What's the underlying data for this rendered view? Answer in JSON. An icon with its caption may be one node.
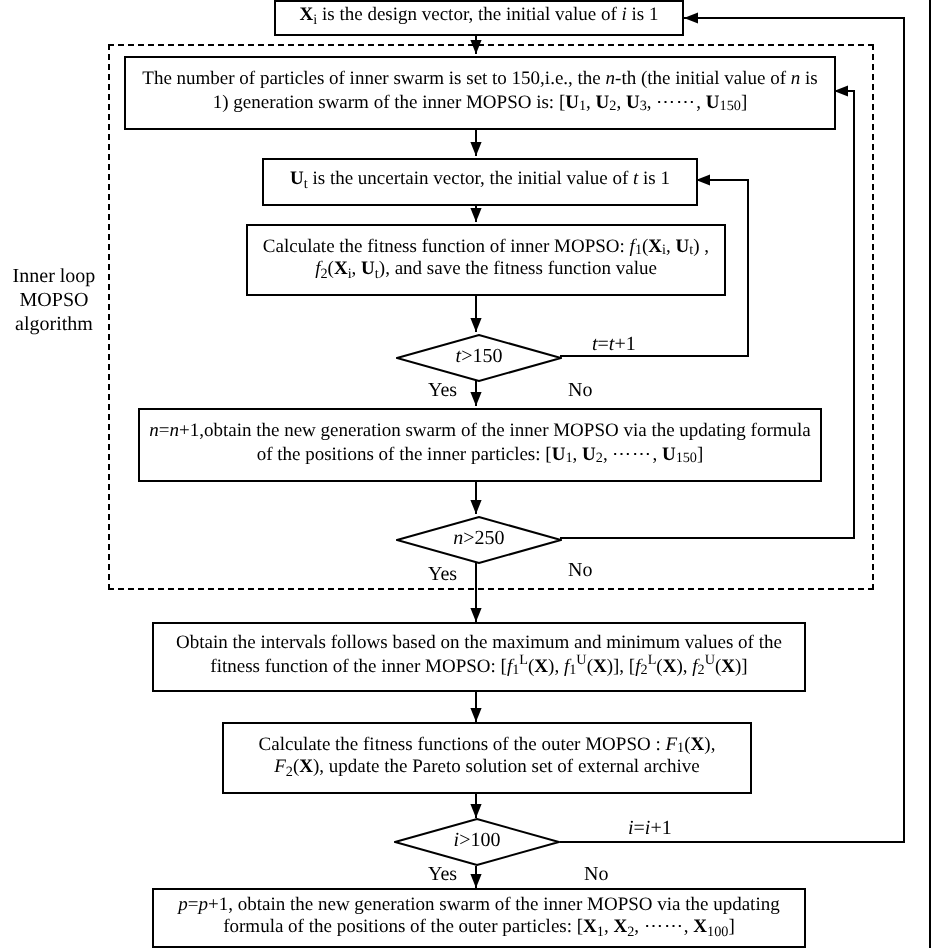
{
  "diagram": {
    "nodes": [
      {
        "text": [
          "**X**$_{i}$ is the design vector, the initial value of *i* is 1"
        ]
      },
      {
        "text": [
          "Inner loop MOPSO algorithm"
        ]
      },
      {
        "text": [
          "The number of particles of inner swarm is set to 150,i.e., the *n*-th (the initial value of *n* is 1) generation swarm of the inner MOPSO is: [**U**$_{1}$, **U**$_{2}$, **U**$_{3}$, ⋯⋯, **U**$_{150}$]"
        ],
        "in": 1
      },
      {
        "text": [
          "**U**$_{t}$ is the uncertain vector, the initial value of *t* is 1"
        ],
        "in": 1
      },
      {
        "text": [
          "Calculate the fitness function of inner MOPSO: *f*$_{1}$(**X**$_{i}$, **U**$_{t}$) , *f*$_{2}$(**X**$_{i}$, **U**$_{t}$), and save the fitness function value"
        ],
        "in": 1
      },
      {
        "text": [
          "*t*>150"
        ],
        "in": 1
      },
      {
        "text": [
          "*n*=*n*+1,obtain the new generation swarm of the inner MOPSO via the updating formula of the positions of the inner particles: [**U**$_{1}$, **U**$_{2}$, ⋯⋯, **U**$_{150}$]"
        ],
        "in": 1
      },
      {
        "text": [
          "*n*>250"
        ],
        "in": 1
      },
      {
        "text": [
          "Obtain the intervals follows based on the maximum and minimum values of the fitness function of the inner MOPSO: [*f*$_{1}$$^{L}$(**X**), *f*$_{1}$$^{U}$(**X**)], [*f*$_{2}$$^{L}$(**X**), *f*$_{2}$$^{U}$(**X**)]"
        ]
      },
      {
        "text": [
          "Calculate the fitness functions of the outer MOPSO : *F*$_{1}$(**X**), *F*$_{2}$(**X**), update the Pareto solution set of external archive"
        ]
      },
      {
        "text": [
          "*i*>100"
        ]
      },
      {
        "text": [
          "*p*=*p*+1, obtain the new generation swarm of the inner MOPSO via the updating formula of the positions of the outer particles: [**X**$_{1}$, **X**$_{2}$, ⋯⋯, **X**$_{100}$]"
        ]
      }
    ],
    "edges": [
      {
        "from": 0,
        "to": 2,
        "arrow": "to"
      },
      {
        "from": 2,
        "to": 3,
        "arrow": "to"
      },
      {
        "from": 3,
        "to": 4,
        "arrow": "to"
      },
      {
        "from": 4,
        "to": 5,
        "arrow": "to"
      },
      {
        "from": 5,
        "to": 6,
        "arrow": "to",
        "label": "Yes"
      },
      {
        "from": 5,
        "to": 3,
        "arrow": "to",
        "label": "No"
      },
      {
        "from": 6,
        "to": 7,
        "arrow": "to"
      },
      {
        "from": 7,
        "to": 2,
        "arrow": "to",
        "label": "No"
      },
      {
        "from": 7,
        "to": 8,
        "arrow": "to",
        "label": "Yes"
      },
      {
        "from": 8,
        "to": 9,
        "arrow": "to"
      },
      {
        "from": 9,
        "to": 10,
        "arrow": "to"
      },
      {
        "from": 10,
        "to": 0,
        "arrow": "to",
        "label": "No"
      },
      {
        "from": 10,
        "to": 11,
        "arrow": "to",
        "label": "Yes"
      }
    ],
    "labels": [
      "*t*=*t*+1",
      "*i*=*i*+1"
    ]
  }
}
